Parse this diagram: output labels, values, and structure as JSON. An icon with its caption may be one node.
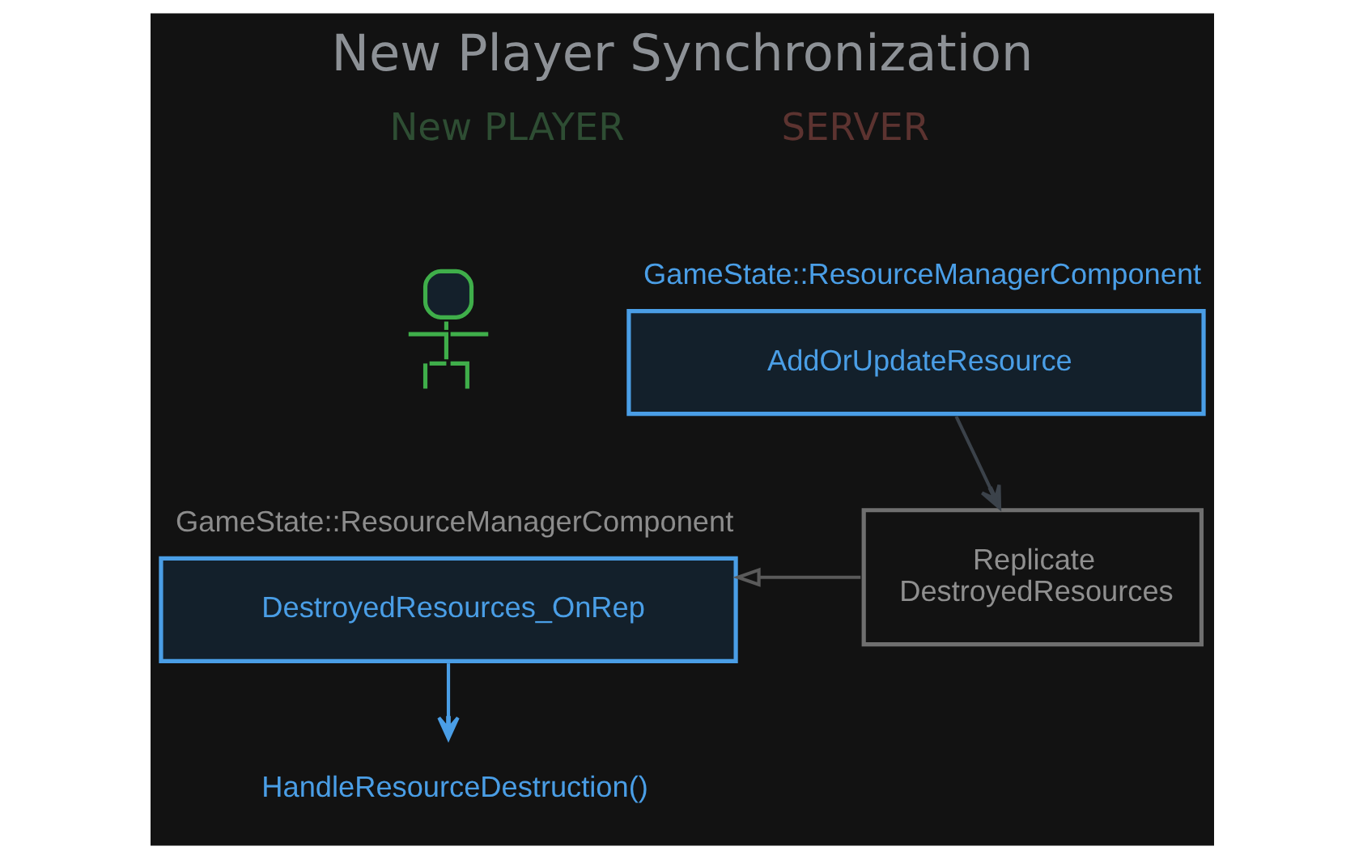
{
  "diagram": {
    "title": "New Player Synchronization",
    "nodes": [
      {
        "text": [],
        "shape": "person"
      },
      {
        "text": [
          "GameState::ResourceManagerComponent",
          "AddOrUpdateResource"
        ]
      },
      {
        "text": [
          "GameState::ResourceManagerComponent",
          "DestroyedResources_OnRep"
        ]
      },
      {
        "text": [
          "Replicate DestroyedResources"
        ]
      },
      {
        "text": [
          "HandleResourceDestruction()"
        ]
      }
    ],
    "edges": [
      {
        "from": 1,
        "to": 3,
        "arrow": "to",
        "color": "#3b424a"
      },
      {
        "from": 3,
        "to": 2,
        "arrow": "to",
        "color": "#5a5a5a"
      },
      {
        "from": 2,
        "to": 4,
        "arrow": "to",
        "color": "#4a9ee6"
      }
    ],
    "labels": [
      "New PLAYER",
      "SERVER"
    ]
  }
}
